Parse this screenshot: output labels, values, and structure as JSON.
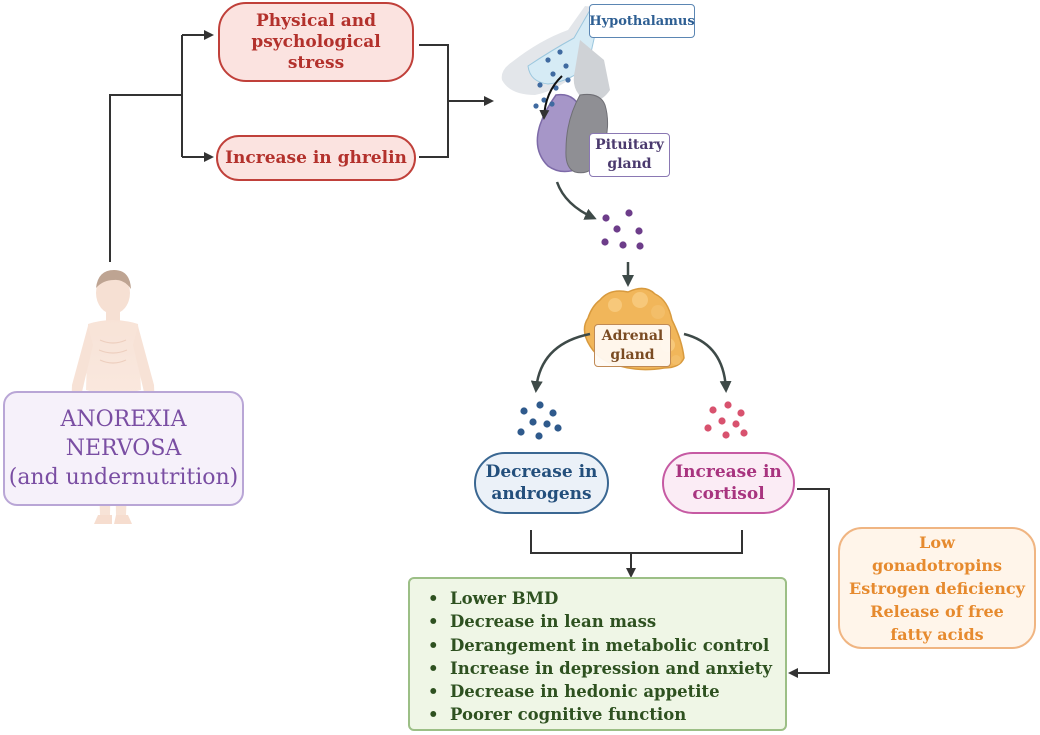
{
  "diagram": {
    "stress_label": "Physical and\npsychological\nstress",
    "ghrelin_label": "Increase in ghrelin",
    "hypothalamus_label": "Hypothalamus",
    "pituitary_label": "Pituitary\ngland",
    "adrenal_label": "Adrenal\ngland",
    "anorexia_label": "ANOREXIA\nNERVOSA\n(and undernutrition)",
    "androgens_label": "Decrease in\nandrogens",
    "cortisol_label": "Increase in\ncortisol",
    "effects_label": "Low\ngonadotropins\nEstrogen deficiency\nRelease of free\nfatty acids",
    "outcomes": [
      "Lower BMD",
      "Decrease in lean mass",
      "Derangement in metabolic control",
      "Increase in depression and anxiety",
      "Decrease in hedonic appetite",
      "Poorer cognitive function"
    ],
    "bullet": "•",
    "colors": {
      "red": "#c0403a",
      "purple": "#7a4ea3",
      "blue": "#234f7c",
      "pink": "#a8347f",
      "orange": "#e68a2e",
      "green": "#2e5120",
      "arrow": "#3a3a3a"
    }
  }
}
